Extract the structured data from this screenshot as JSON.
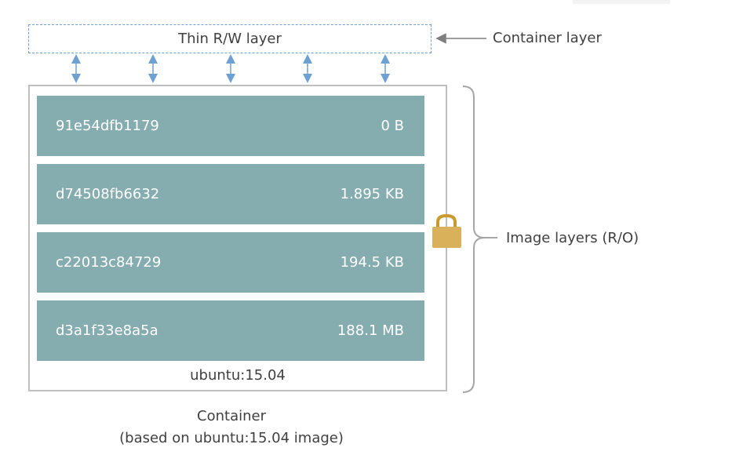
{
  "container_layer": {
    "box_label": "Thin R/W layer",
    "side_label": "Container layer"
  },
  "image_layers": {
    "side_label": "Image layers (R/O)",
    "base_image": "ubuntu:15.04",
    "layers": [
      {
        "id": "91e54dfb1179",
        "size": "0 B"
      },
      {
        "id": "d74508fb6632",
        "size": "1.895 KB"
      },
      {
        "id": "c22013c84729",
        "size": "194.5 KB"
      },
      {
        "id": "d3a1f33e8a5a",
        "size": "188.1 MB"
      }
    ]
  },
  "caption": {
    "line1": "Container",
    "line2": "(based on ubuntu:15.04 image)"
  },
  "colors": {
    "layer_fill": "#85adb0",
    "dashed_border": "#6fa0d2",
    "arrow": "#6fa0d2",
    "lock": "#d9b15a"
  },
  "icons": {
    "lock": "lock-icon"
  }
}
